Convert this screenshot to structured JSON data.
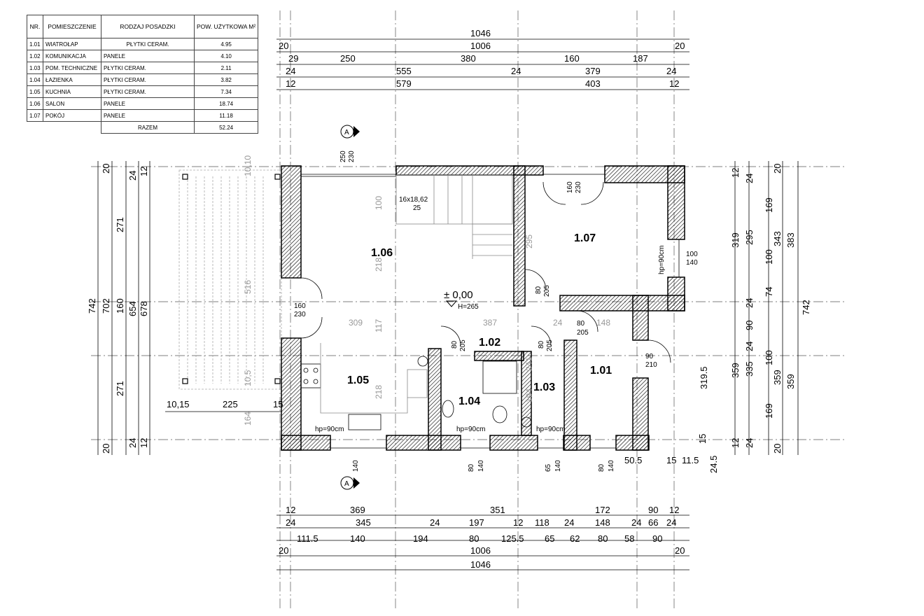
{
  "table": {
    "headers": [
      "NR.",
      "POMIESZCZENIE",
      "RODZAJ POSADZKI",
      "POW. UŻYTKOWA m²"
    ],
    "rows": [
      {
        "nr": "1.01",
        "name": "WIATROŁAP",
        "floor": "PŁYTKI CERAM.",
        "area": "4.95"
      },
      {
        "nr": "1.02",
        "name": "KOMUNIKACJA",
        "floor": "PANELE",
        "area": "4.10"
      },
      {
        "nr": "1.03",
        "name": "POM. TECHNICZNE",
        "floor": "PŁYTKI CERAM.",
        "area": "2.11"
      },
      {
        "nr": "1.04",
        "name": "ŁAZIENKA",
        "floor": "PŁYTKI CERAM.",
        "area": "3.82"
      },
      {
        "nr": "1.05",
        "name": "KUCHNIA",
        "floor": "PŁYTKI CERAM.",
        "area": "7.34"
      },
      {
        "nr": "1.06",
        "name": "SALON",
        "floor": "PANELE",
        "area": "18.74"
      },
      {
        "nr": "1.07",
        "name": "POKÓJ",
        "floor": "PANELE",
        "area": "11.18"
      }
    ],
    "total_label": "RAZEM",
    "total_value": "52.24"
  },
  "rooms": {
    "r101": "1.01",
    "r102": "1.02",
    "r103": "1.03",
    "r104": "1.04",
    "r105": "1.05",
    "r106": "1.06",
    "r107": "1.07"
  },
  "level": {
    "value": "± 0,00",
    "height": "H=265"
  },
  "section_marker": "A",
  "stairs": {
    "label": "16x18,62",
    "sub": "25"
  },
  "hp_label": "hp=90cm",
  "dims_top": {
    "row1": [
      "1046"
    ],
    "row2": [
      "20",
      "1006",
      "20"
    ],
    "row3": [
      "29",
      "250",
      "380",
      "160",
      "187"
    ],
    "row4": [
      "24",
      "555",
      "24",
      "379",
      "24"
    ],
    "row5": [
      "12",
      "579",
      "403",
      "12"
    ]
  },
  "dims_bottom": {
    "row1": [
      "12",
      "369",
      "351",
      "172",
      "90",
      "12"
    ],
    "row2": [
      "24",
      "345",
      "24",
      "197",
      "12",
      "118",
      "24",
      "148",
      "24",
      "66",
      "24"
    ],
    "row3": [
      "111.5",
      "140",
      "194",
      "80",
      "125.5",
      "65",
      "62",
      "80",
      "58",
      "90"
    ],
    "row4": [
      "20",
      "1006",
      "20"
    ],
    "row5": [
      "1046"
    ]
  },
  "dims_left": {
    "col1": [
      "742"
    ],
    "col2": [
      "20",
      "702",
      "20"
    ],
    "col3": [
      "271",
      "160",
      "271"
    ],
    "col4": [
      "24",
      "654",
      "24"
    ],
    "col5": [
      "12",
      "678",
      "12"
    ]
  },
  "dims_right": {
    "col1": [
      "12",
      "319",
      "359",
      "12"
    ],
    "col2": [
      "24",
      "295",
      "24",
      "90",
      "24",
      "335",
      "24"
    ],
    "col3": [
      "169",
      "100",
      "74",
      "100",
      "169"
    ],
    "col4": [
      "20",
      "343",
      "359",
      "20"
    ],
    "col5": [
      "383",
      "742",
      "359"
    ]
  },
  "openings": {
    "o1": [
      "160",
      "230"
    ],
    "o2": [
      "160",
      "230"
    ],
    "o3": [
      "80",
      "205"
    ],
    "o4": [
      "80",
      "205"
    ],
    "o5": [
      "80",
      "205"
    ],
    "o6": [
      "80",
      "205"
    ],
    "o7": [
      "90",
      "210"
    ],
    "o8": [
      "100",
      "140"
    ],
    "o9": [
      "250",
      "230"
    ],
    "b1": [
      "140"
    ],
    "b2": [
      "80",
      "140"
    ],
    "b3": [
      "65",
      "140"
    ],
    "b4": [
      "80",
      "140"
    ]
  },
  "misc": {
    "d309": "309",
    "d387": "387",
    "d24": "24",
    "d148": "148",
    "d117": "117",
    "d218a": "218",
    "d218b": "218",
    "d295": "295",
    "d241": "241",
    "d194": "194",
    "d100": "100",
    "d516": "516",
    "d164": "164",
    "d1010": "10,10",
    "d105": "10,5",
    "d3195": "319.5",
    "d505": "50.5",
    "d15": "15",
    "d115": "11.5",
    "d245": "24.5",
    "d15b": "15",
    "terrace": [
      "10,15",
      "225",
      "15"
    ]
  }
}
